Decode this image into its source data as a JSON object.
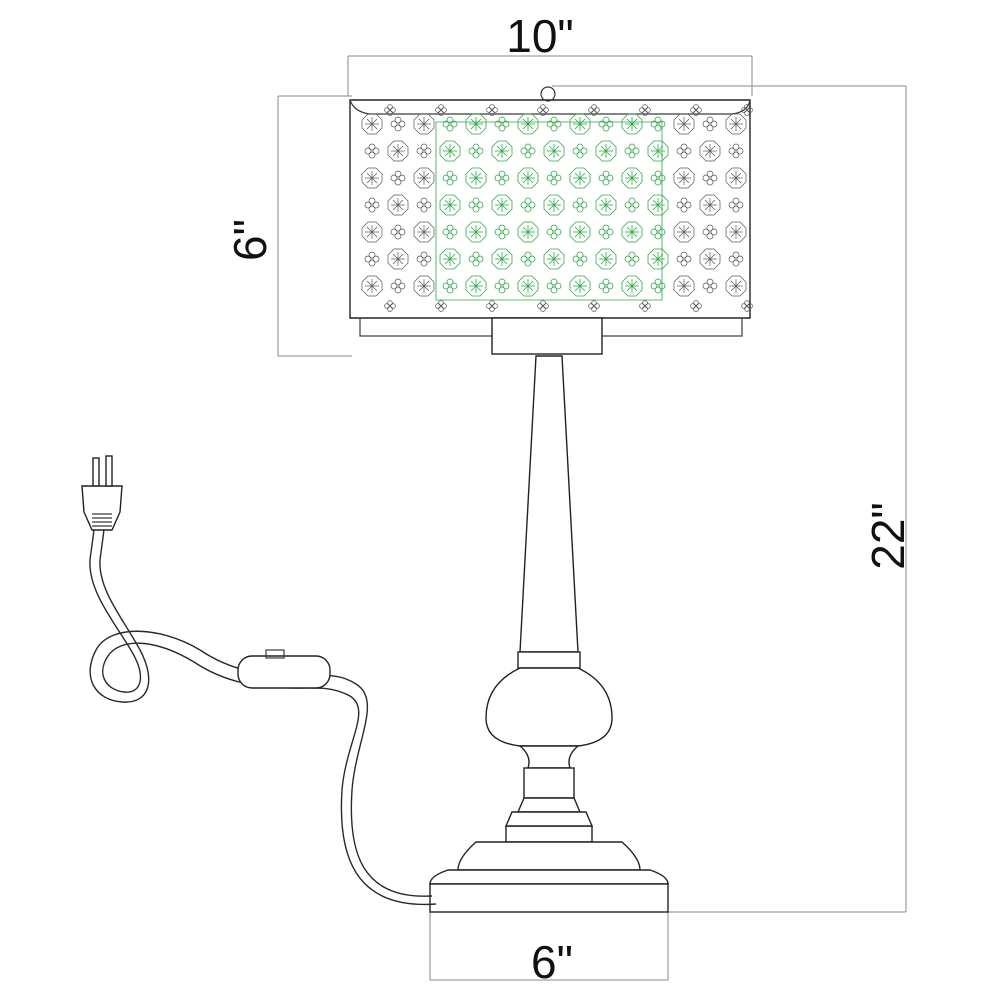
{
  "dimensions": {
    "shade_width": "10\"",
    "shade_height": "6\"",
    "total_height": "22\"",
    "base_width": "6\""
  },
  "colors": {
    "line": "#222222",
    "dimension_line": "#8a8a8a",
    "highlight": "#2ea84a",
    "background": "#ffffff"
  }
}
